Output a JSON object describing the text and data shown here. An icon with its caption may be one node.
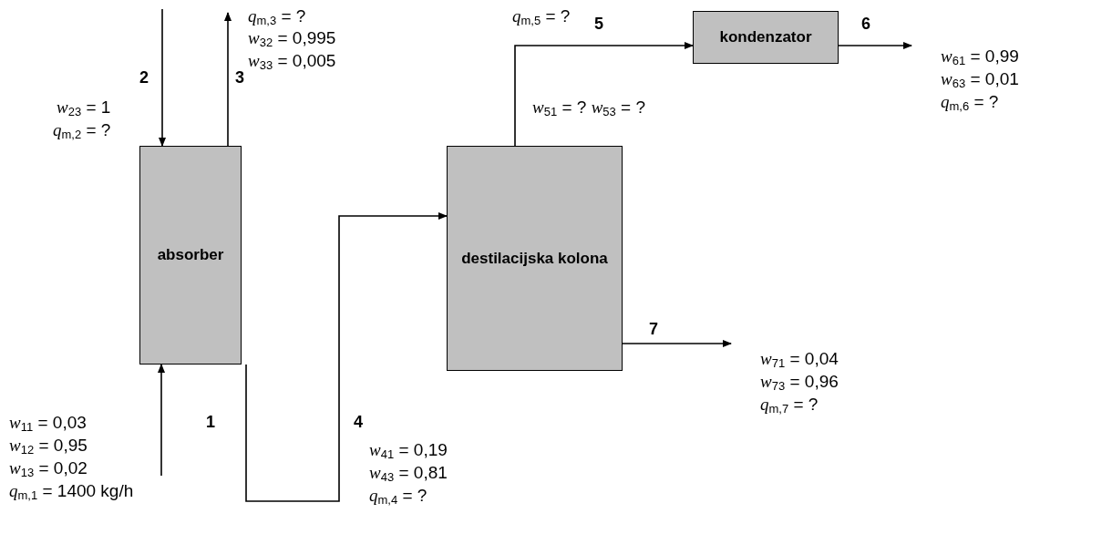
{
  "diagram": {
    "nodes": [
      {
        "text": [
          "absorber"
        ]
      },
      {
        "text": [
          "destilacijska kolona"
        ]
      },
      {
        "text": [
          "kondenzator"
        ]
      }
    ],
    "edges": [
      {
        "from": null,
        "to": 0,
        "arrow": "to",
        "label": "1"
      },
      {
        "from": null,
        "to": 0,
        "arrow": "to",
        "label": "2"
      },
      {
        "from": 0,
        "to": null,
        "arrow": "to",
        "label": "3"
      },
      {
        "from": 0,
        "to": 1,
        "arrow": "to",
        "label": "4"
      },
      {
        "from": 1,
        "to": 2,
        "arrow": "to",
        "label": "5"
      },
      {
        "from": 2,
        "to": null,
        "arrow": "to",
        "label": "6"
      },
      {
        "from": 1,
        "to": null,
        "arrow": "to",
        "label": "7"
      }
    ],
    "labels": [
      "*q*$_{m,3}$ = ?",
      "*w*$_{32}$ = 0,995",
      "*w*$_{33}$ = 0,005",
      "*w*$_{23}$ = 1",
      "*q*$_{m,2}$ = ?",
      "*q*$_{m,5}$ = ?",
      "*w*$_{51}$ = ? *w*$_{53}$ = ?",
      "*w*$_{61}$ = 0,99",
      "*w*$_{63}$ = 0,01",
      "*q*$_{m,6}$ = ?",
      "*w*$_{71}$ = 0,04",
      "*w*$_{73}$ = 0,96",
      "*q*$_{m,7}$ = ?",
      "*w*$_{11}$ = 0,03",
      "*w*$_{12}$ = 0,95",
      "*w*$_{13}$ = 0,02",
      "*q*$_{m,1}$ = 1400 kg/h",
      "*w*$_{41}$ = 0,19",
      "*w*$_{43}$ = 0,81",
      "*q*$_{m,4}$ = ?"
    ]
  }
}
